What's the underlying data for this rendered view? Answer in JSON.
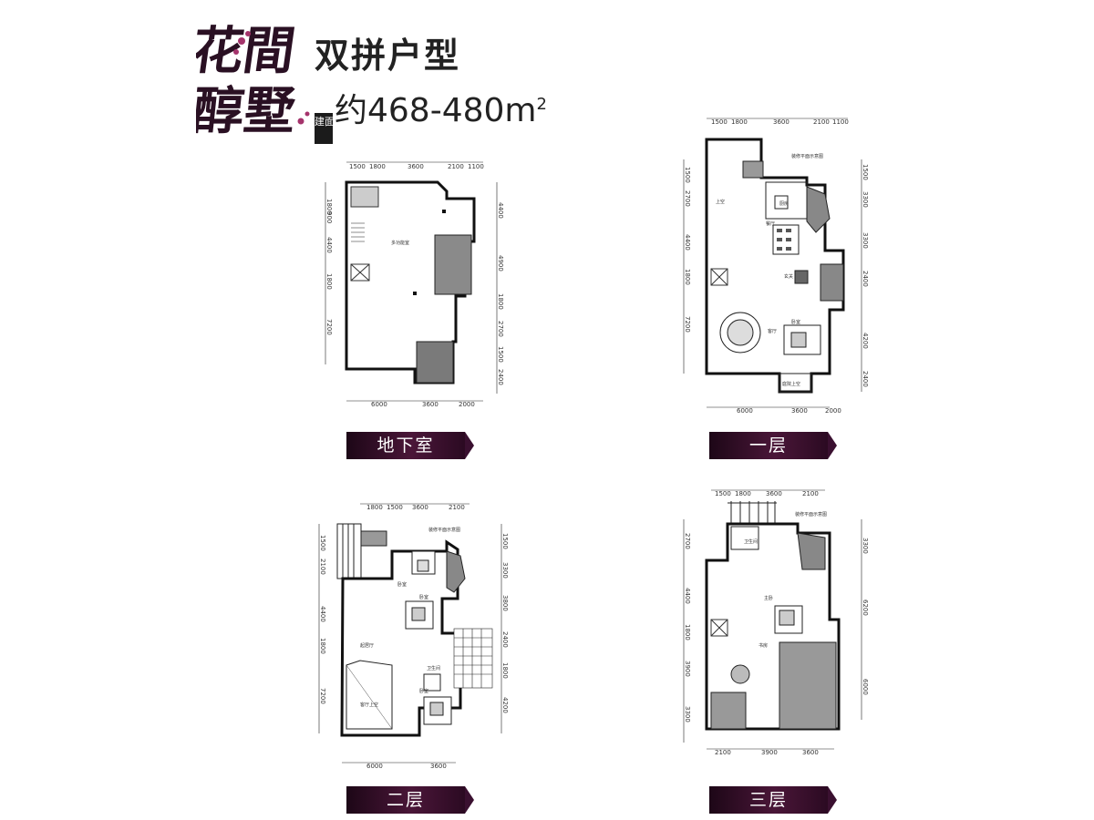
{
  "header": {
    "logo_text": "花間醇墅",
    "type_title": "双拼户型",
    "area_prefix": "约468-480m",
    "area_sup": "2",
    "badge_text": "建面",
    "colors": {
      "badge": "#3a1030",
      "ink": "#1a1a1a"
    }
  },
  "floors": [
    {
      "id": "basement",
      "label": "地下室",
      "top_dims": [
        "1500",
        "1800",
        "3600",
        "2100",
        "1100"
      ],
      "bottom_dims": [
        "6000",
        "3600",
        "2000"
      ],
      "left_dims": [
        "1800",
        "900",
        "4400",
        "1800",
        "7200"
      ],
      "right_dims": [
        "4400",
        "4900",
        "1800",
        "2700",
        "1500",
        "2400"
      ],
      "room_labels": [
        "多功能室"
      ]
    },
    {
      "id": "first",
      "label": "一层",
      "top_dims": [
        "1500",
        "1800",
        "3600",
        "2100",
        "1100"
      ],
      "bottom_dims": [
        "6000",
        "3600",
        "2000"
      ],
      "left_dims": [
        "1500",
        "2700",
        "4400",
        "1800",
        "7200"
      ],
      "right_dims": [
        "1500",
        "3300",
        "3300",
        "2400",
        "4200",
        "2400"
      ],
      "plan_note": "装修平面示意图",
      "room_labels": [
        "厨房",
        "餐厅",
        "客厅",
        "卧室",
        "玄关",
        "上空",
        "庭院上空"
      ]
    },
    {
      "id": "second",
      "label": "二层",
      "top_dims": [
        "1800",
        "1500",
        "3600",
        "2100"
      ],
      "bottom_dims": [
        "6000",
        "3600"
      ],
      "left_dims": [
        "1500",
        "2100",
        "4400",
        "1800",
        "7200"
      ],
      "right_dims": [
        "1500",
        "3300",
        "3800",
        "2400",
        "1800",
        "4200"
      ],
      "plan_note": "装修平面示意图",
      "room_labels": [
        "卧室",
        "卧室",
        "起居厅",
        "客厅上空",
        "卧室",
        "卫生间"
      ]
    },
    {
      "id": "third",
      "label": "三层",
      "top_dims": [
        "1500",
        "1800",
        "3600",
        "2100"
      ],
      "bottom_dims": [
        "2100",
        "3900",
        "3600"
      ],
      "left_dims": [
        "2700",
        "4400",
        "1800",
        "3900",
        "3300"
      ],
      "right_dims": [
        "3300",
        "6200",
        "6000"
      ],
      "plan_note": "装修平面示意图",
      "room_labels": [
        "卫生间",
        "主卧",
        "书房"
      ]
    }
  ]
}
